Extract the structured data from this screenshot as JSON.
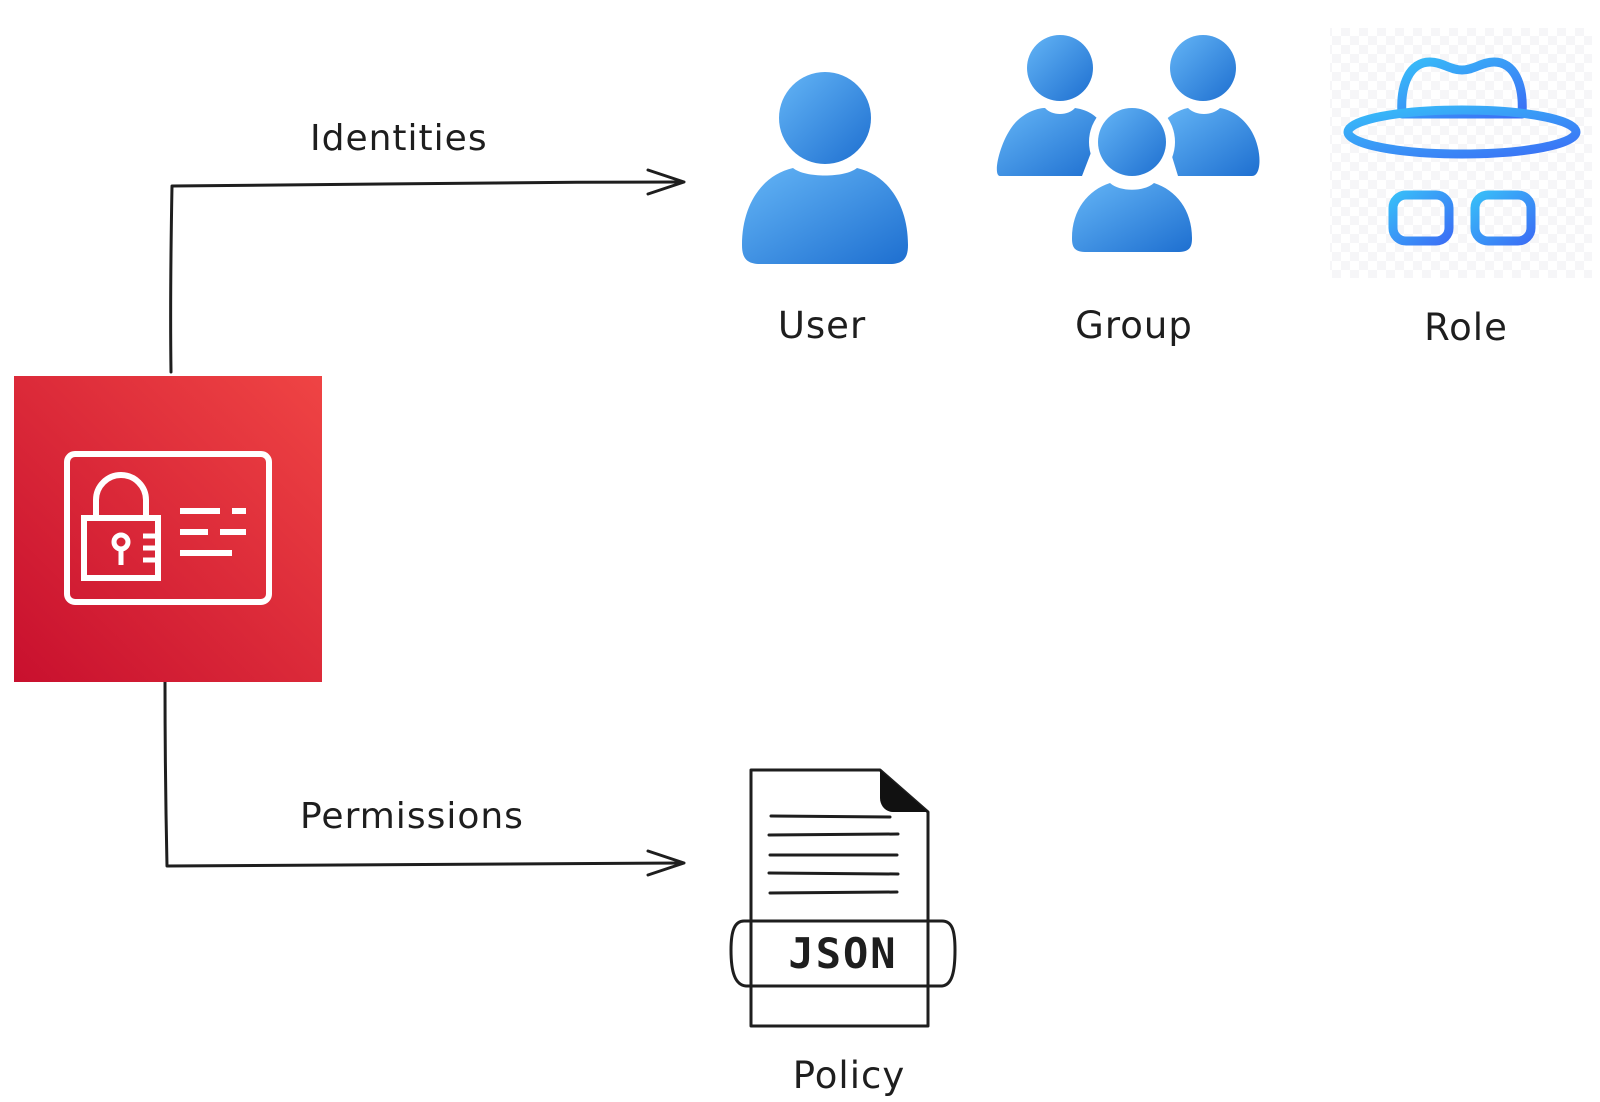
{
  "edges": {
    "identities_label": "Identities",
    "permissions_label": "Permissions"
  },
  "nodes": {
    "user_label": "User",
    "group_label": "Group",
    "role_label": "Role",
    "policy_label": "Policy",
    "policy_badge": "JSON"
  },
  "colors": {
    "iam_red_light": "#ef4444",
    "iam_red_dark": "#c8102e",
    "person_blue_light": "#64b5f6",
    "person_blue_dark": "#1e6fd0",
    "role_blue_light": "#38bdf8",
    "role_blue_dark": "#3b6ff5",
    "stroke": "#1e1e1e"
  },
  "icons": {
    "iam": "iam-identity-card-icon",
    "user": "user-icon",
    "group": "group-icon",
    "role": "role-disguise-icon",
    "policy": "policy-document-icon"
  }
}
